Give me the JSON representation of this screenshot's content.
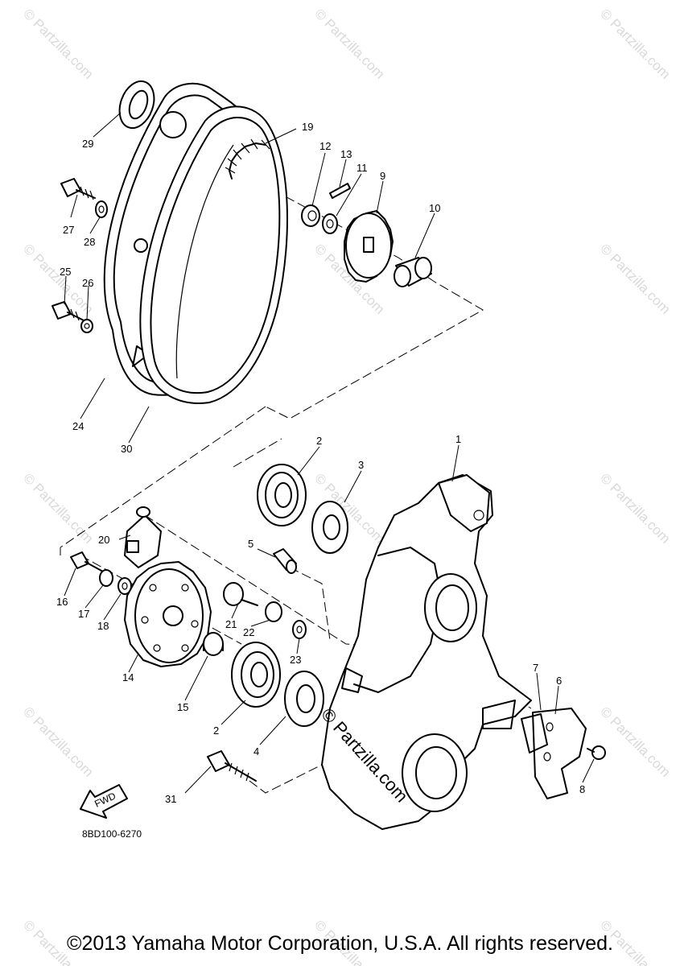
{
  "diagram_code": "8BD100-6270",
  "fwd_label": "FWD",
  "watermark_text": "© Partzilla.com",
  "center_watermark": "© Partzilla.com",
  "copyright": "©2013 Yamaha Motor Corporation, U.S.A. All rights reserved.",
  "callouts": {
    "n1": "1",
    "n2a": "2",
    "n2b": "2",
    "n3": "3",
    "n4": "4",
    "n5": "5",
    "n6": "6",
    "n7": "7",
    "n8": "8",
    "n9": "9",
    "n10": "10",
    "n11": "11",
    "n12": "12",
    "n13": "13",
    "n14": "14",
    "n15": "15",
    "n16": "16",
    "n17": "17",
    "n18": "18",
    "n19": "19",
    "n20": "20",
    "n21": "21",
    "n22": "22",
    "n23": "23",
    "n24": "24",
    "n25": "25",
    "n26": "26",
    "n27": "27",
    "n28": "28",
    "n29": "29",
    "n30": "30",
    "n31": "31"
  }
}
